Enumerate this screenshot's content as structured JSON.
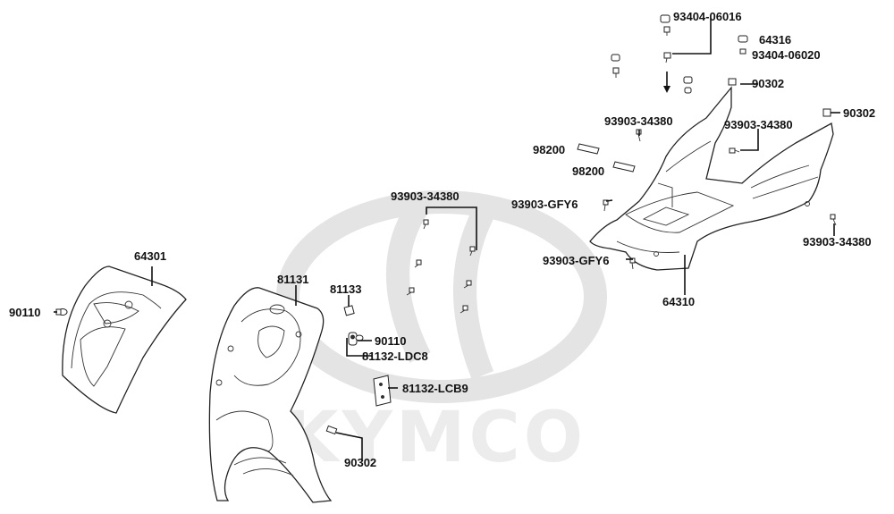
{
  "watermark": {
    "brand": "KYMCO"
  },
  "labels": {
    "p93404_06016": "93404-06016",
    "p64316": "64316",
    "p93404_06020": "93404-06020",
    "p90302_a": "90302",
    "p90302_b": "90302",
    "p93903_34380_a": "93903-34380",
    "p93903_34380_b": "93903-34380",
    "p93903_34380_c": "93903-34380",
    "p93903_34380_d": "93903-34380",
    "p98200_a": "98200",
    "p98200_b": "98200",
    "p93903_gfy6_a": "93903-GFY6",
    "p93903_gfy6_b": "93903-GFY6",
    "p64310": "64310",
    "p64301": "64301",
    "p90110_a": "90110",
    "p81131": "81131",
    "p81133": "81133",
    "p90110_b": "90110",
    "p81132_ldc8": "81132-LDC8",
    "p81132_lcb9": "81132-LCB9",
    "p90302_c": "90302"
  }
}
